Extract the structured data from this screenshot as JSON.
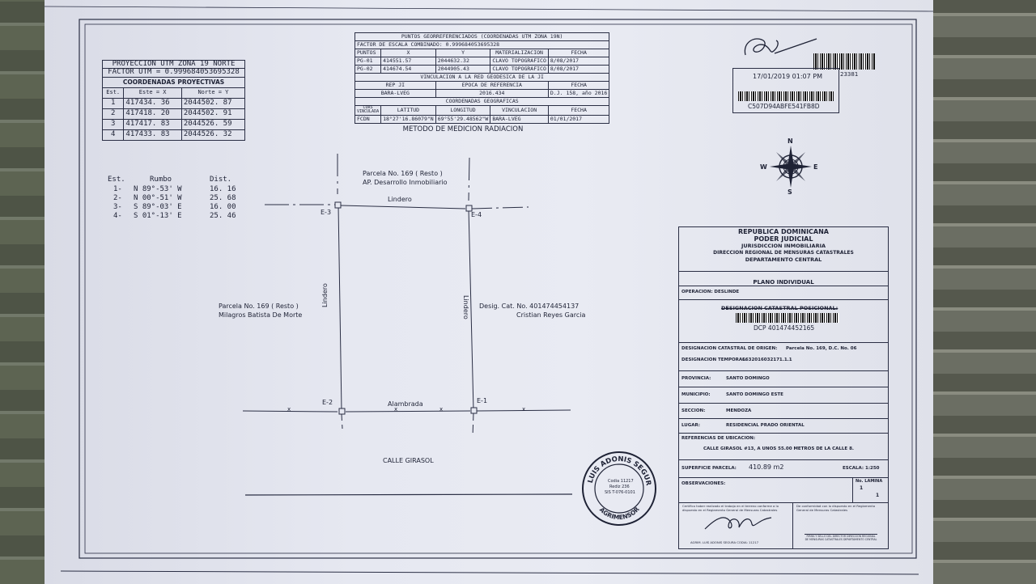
{
  "stamp_top_right": "23381",
  "top_table": {
    "title": "PUNTOS GEORREFERENCIADOS (COORDENADAS UTM ZONA 19N)",
    "factor": "FACTOR DE ESCALA COMBINADO: 0.999684053695328",
    "headers": [
      "PUNTOS",
      "X",
      "Y",
      "MATERIALIZACION",
      "FECHA"
    ],
    "rows": [
      [
        "PG-01",
        "414551.57",
        "2044632.32",
        "CLAVO TOPOGRAFICO",
        "8/08/2017"
      ],
      [
        "PG-02",
        "414674.54",
        "2044905.43",
        "CLAVO TOPOGRAFICO",
        "8/08/2017"
      ]
    ],
    "vinc_title": "VINCULACION A LA RED GEODESICA DE LA JI",
    "vinc_headers": [
      "REP JI",
      "EPOCA DE REFERENCIA",
      "FECHA"
    ],
    "vinc_row": [
      "BARA-LVEG",
      "2016.434",
      "D.J. 158, año 2016"
    ],
    "geo_title": "COORDENADAS GEOGRAFICAS",
    "geo_headers": [
      "CORS VINCULADA",
      "LATITUD",
      "LONGITUD",
      "VINCULACION",
      "FECHA"
    ],
    "geo_row": [
      "FCDN",
      "18°27'16.86079\"N",
      "69°55'29.48562\"W",
      "BARA-LVEG",
      "01/01/2017"
    ],
    "method": "METODO DE MEDICION RADIACION"
  },
  "proj_table": {
    "line1": "PROYECCION UTM ZONA 19 NORTE",
    "line2": "FACTOR UTM = 0.999684053695328",
    "title": "COORDENADAS PROYECTIVAS",
    "headers": [
      "Est.",
      "Este = X",
      "Norte = Y"
    ],
    "rows": [
      [
        "1",
        "417434. 36",
        "2044502. 87"
      ],
      [
        "2",
        "417418. 20",
        "2044502. 91"
      ],
      [
        "3",
        "417417. 83",
        "2044526. 59"
      ],
      [
        "4",
        "417433. 83",
        "2044526. 32"
      ]
    ]
  },
  "rumbo_table": {
    "headers": [
      "Est.",
      "Rumbo",
      "Dist."
    ],
    "rows": [
      [
        "1-",
        "N 89°-53' W",
        "16. 16"
      ],
      [
        "2-",
        "N 00°-51' W",
        "25. 68"
      ],
      [
        "3-",
        "S 89°-03' E",
        "16. 00"
      ],
      [
        "4-",
        "S 01°-13' E",
        "25. 46"
      ]
    ]
  },
  "plan": {
    "north_parcel_1": "Parcela No. 169 ( Resto )",
    "north_parcel_2": "AP. Desarrollo Inmobiliario",
    "west_parcel_1": "Parcela No. 169 ( Resto )",
    "west_parcel_2": "Milagros Batista De Morte",
    "east_parcel_1": "Desig. Cat. No. 401474454137",
    "east_parcel_2": "Cristian Reyes Garcia",
    "lindero_top": "Lindero",
    "lindero_left": "Lindero",
    "lindero_right": "Lindero",
    "alambrada": "Alambrada",
    "street": "CALLE GIRASOL",
    "e1": "E-1",
    "e2": "E-2",
    "e3": "E-3",
    "e4": "E-4",
    "x_mark": "x"
  },
  "compass": {
    "n": "N",
    "s": "S",
    "e": "E",
    "w": "W"
  },
  "header_block": {
    "datetime": "17/01/2019 01:07 PM",
    "barcode_text": "C507D94ABFE541FB8D"
  },
  "panel": {
    "line1": "REPUBLICA DOMINICANA",
    "line2": "PODER JUDICIAL",
    "line3": "JURISDICCION INMOBILIARIA",
    "line4": "DIRECCION REGIONAL DE MENSURAS CATASTRALES",
    "line5": "DEPARTAMENTO CENTRAL",
    "plano": "PLANO INDIVIDUAL",
    "operacion": "OPERACION: DESLINDE",
    "designacion_label": "DESIGNACION CATASTRAL POSICIONAL:",
    "designacion_value": "DCP 401474452165",
    "origen_label": "DESIGNACION CATASTRAL DE ORIGEN:",
    "origen_value": "Parcela No. 169, D.C. No. 06",
    "temporal_label": "DESIGNACION TEMPORAL:",
    "temporal_value": "6632016032171.1.1",
    "provincia_label": "PROVINCIA:",
    "provincia_value": "SANTO DOMINGO",
    "municipio_label": "MUNICIPIO:",
    "municipio_value": "SANTO DOMINGO ESTE",
    "seccion_label": "SECCION:",
    "seccion_value": "MENDOZA",
    "lugar_label": "LUGAR:",
    "lugar_value": "RESIDENCIAL PRADO ORIENTAL",
    "referencias_label": "REFERENCIAS DE UBICACION:",
    "referencias_value": "CALLE GIRASOL #13, A UNOS 55.00 METROS DE LA CALLE 8.",
    "superficie_label": "SUPERFICIE PARCELA:",
    "superficie_value": "410.89 m2",
    "escala_label": "ESCALA: 1:250",
    "observaciones_label": "OBSERVACIONES:",
    "lamina_label": "No. LAMINA",
    "lamina_value_top": "1",
    "lamina_value_bottom": "1",
    "cert_left": "Certifico haber realizado el trabajo en el terreno conforme a lo dispuesto en el Reglamento General de Mensuras Catastrales",
    "cert_right": "De conformidad con lo dispuesto en el Reglamento General de Mensuras Catastrales",
    "signer": "AGRIM. LUIS ADONIS SEGURA  CODIA: 11217",
    "approver": "FIRMA Y SELLO DEL DIRECTOR DIRECCION REGIONAL DE MENSURAS CATASTRALES DEPARTAMENTO CENTRAL"
  },
  "seal": {
    "name": "LUIS ADONIS SEGURA",
    "title": "AGRIMENSOR",
    "l1": "Codia 11217",
    "l2": "Rediz 236",
    "l3": "SIS T-076-0101"
  }
}
